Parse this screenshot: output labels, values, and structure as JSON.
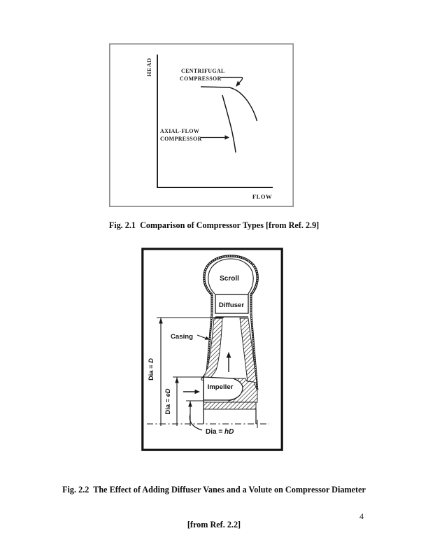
{
  "page": {
    "number": "4"
  },
  "figure1": {
    "caption": "Fig. 2.1  Comparison of Compressor Types [from Ref. 2.9]",
    "y_axis_label": "HEAD",
    "x_axis_label": "FLOW",
    "centrifugal_label_line1": "CENTRIFUGAL",
    "centrifugal_label_line2": "COMPRESSOR",
    "axial_label_line1": "AXIAL-FLOW",
    "axial_label_line2": "COMPRESSOR"
  },
  "figure2": {
    "caption_line1": "Fig. 2.2  The Effect of Adding Diffuser Vanes and a Volute on Compressor Diameter",
    "caption_line2": "[from Ref. 2.2]",
    "labels": {
      "scroll": "Scroll",
      "diffuser": "Diffuser",
      "casing": "Casing",
      "impeller": "Impeller",
      "dia_prefix": "Dia = ",
      "d_var": "D",
      "ed_var": "eD",
      "hd_var": "hD"
    }
  },
  "chart_data": {
    "type": "line",
    "title": "Comparison of Compressor Types",
    "xlabel": "FLOW",
    "ylabel": "HEAD",
    "axes_numeric": false,
    "units": "qualitative sketch, values normalized 0-1 of axis length",
    "grid": false,
    "legend_position": "inline annotations with arrows",
    "series": [
      {
        "name": "CENTRIFUGAL COMPRESSOR",
        "x": [
          0.38,
          0.55,
          0.65,
          0.72,
          0.78
        ],
        "y": [
          0.77,
          0.76,
          0.7,
          0.58,
          0.46
        ]
      },
      {
        "name": "AXIAL-FLOW COMPRESSOR",
        "x": [
          0.56,
          0.61,
          0.64,
          0.66
        ],
        "y": [
          0.7,
          0.52,
          0.34,
          0.26
        ]
      }
    ]
  }
}
